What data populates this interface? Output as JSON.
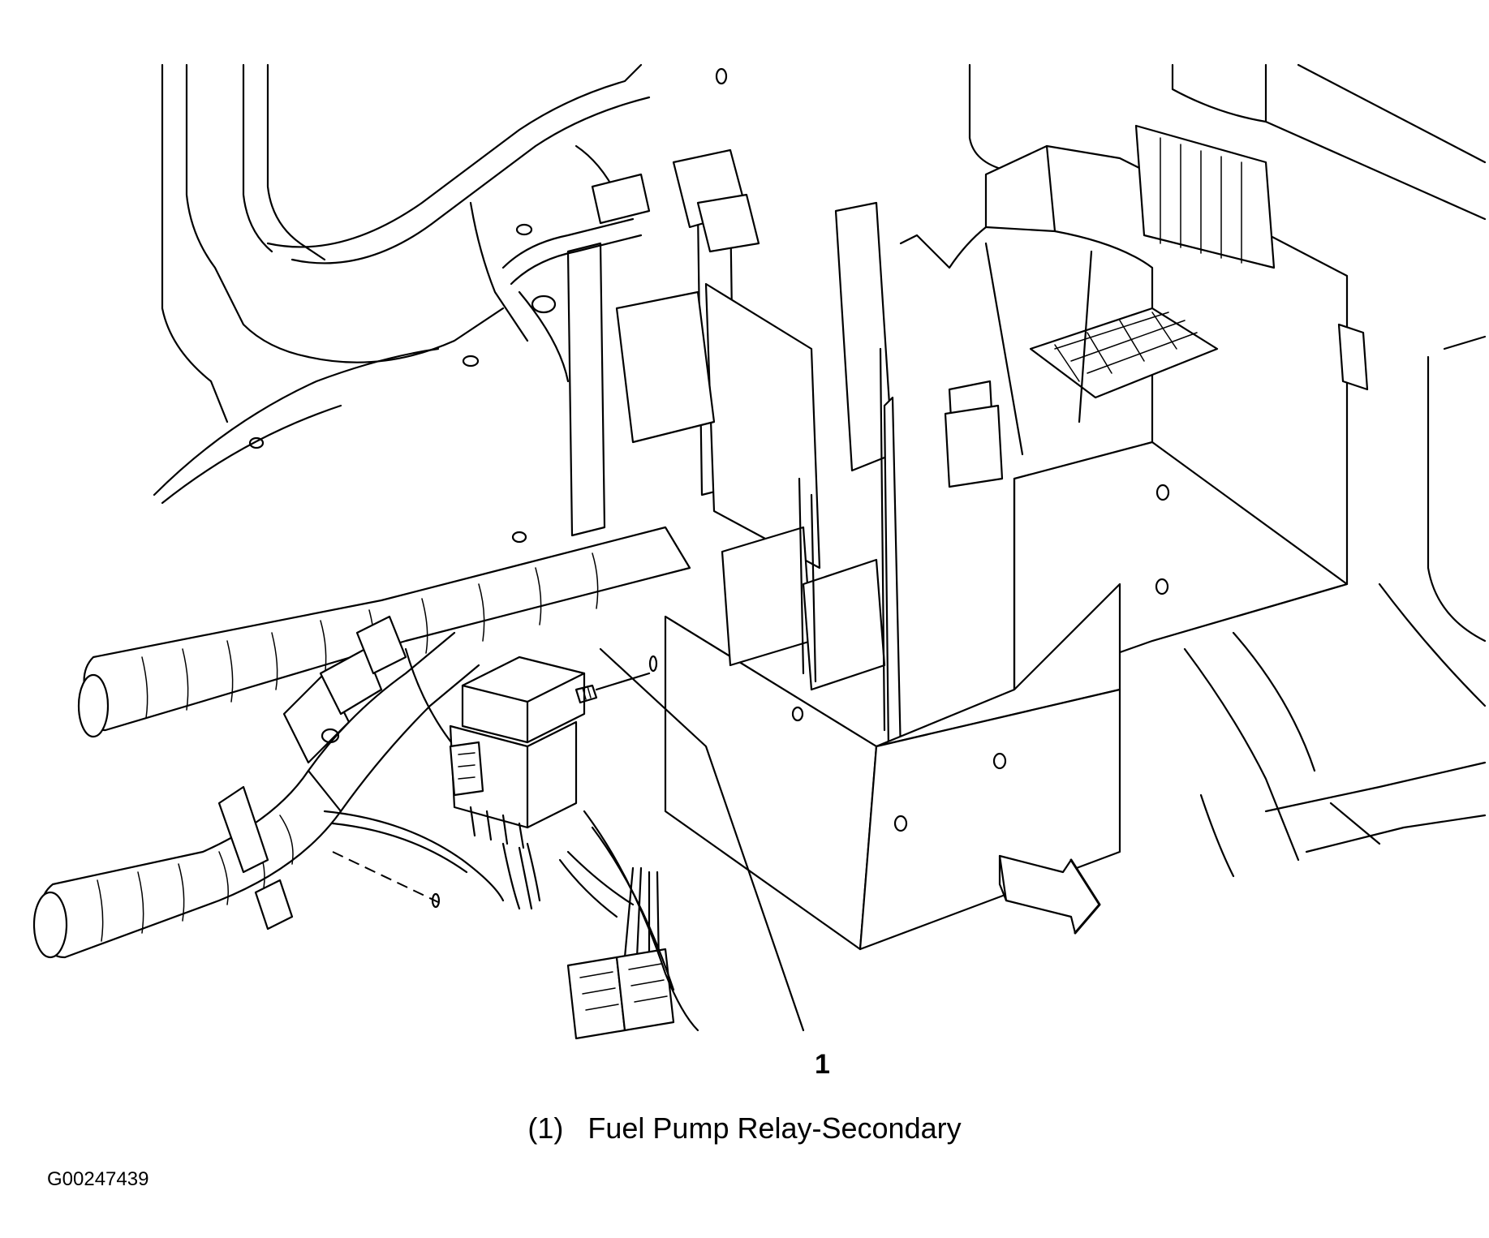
{
  "callouts": [
    {
      "number": "1",
      "label": "Fuel Pump Relay-Secondary"
    }
  ],
  "legend": {
    "entry_1_number": "(1)",
    "entry_1_label": "Fuel Pump Relay-Secondary"
  },
  "figure_id": "G00247439"
}
